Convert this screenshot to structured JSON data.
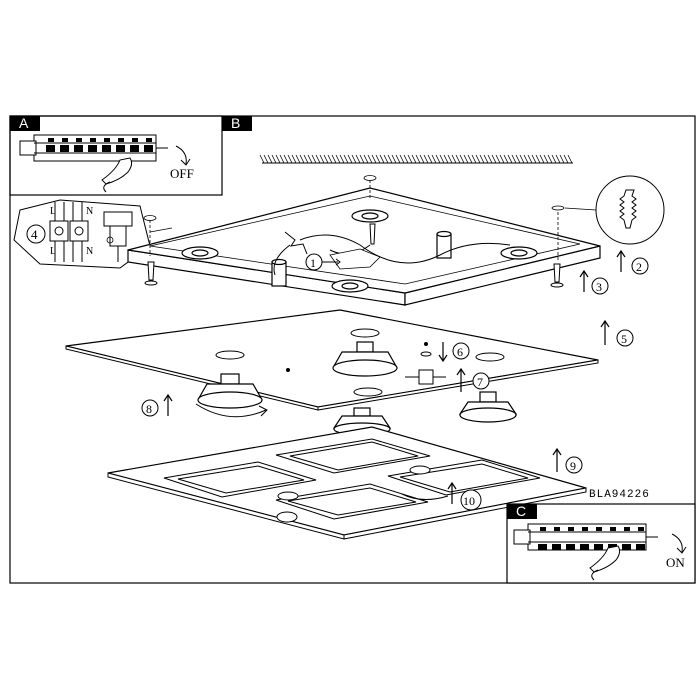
{
  "panels": {
    "a": {
      "letter": "A",
      "state_label": "OFF"
    },
    "b": {
      "letter": "B"
    },
    "c": {
      "letter": "C",
      "state_label": "ON"
    }
  },
  "wiring": {
    "top_labels": [
      "L",
      "N"
    ],
    "bottom_labels": [
      "L",
      "N"
    ]
  },
  "steps": [
    "1",
    "2",
    "3",
    "4",
    "5",
    "6",
    "7",
    "8",
    "9",
    "10"
  ],
  "model_code": "BLA94226"
}
